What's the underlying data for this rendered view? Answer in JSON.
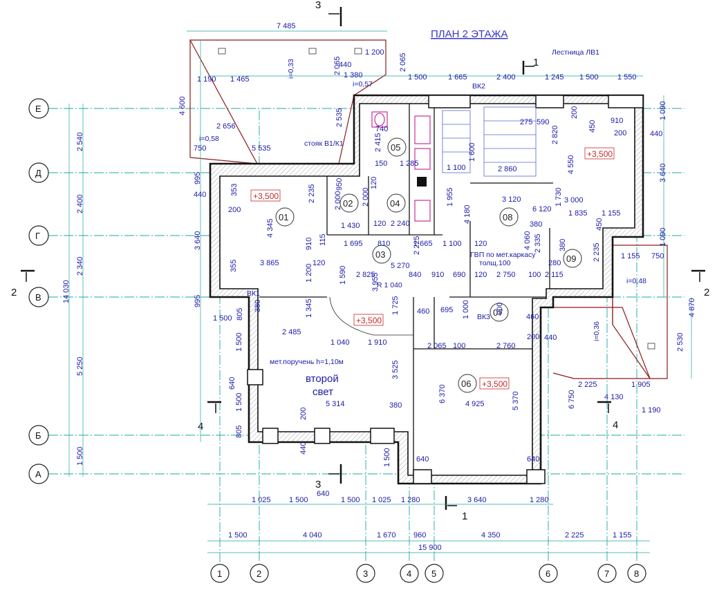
{
  "title": "ПЛАН 2 ЭТАЖА",
  "stair_label": "Лестница ЛВ1",
  "riser_label": "стояк В1/К1",
  "axes_letters": [
    "Е",
    "Д",
    "Г",
    "В",
    "Б",
    "А"
  ],
  "axes_numbers": [
    "1",
    "2",
    "3",
    "4",
    "5",
    "6",
    "7",
    "8"
  ],
  "rooms": [
    "01",
    "02",
    "03",
    "04",
    "05",
    "06",
    "07",
    "08",
    "09"
  ],
  "levels": [
    "+3,500",
    "+3,500",
    "+3,500",
    "+3,500"
  ],
  "sections": {
    "s1": "1",
    "s2": "2",
    "s3": "3",
    "s4": "4"
  },
  "notes": {
    "vk1": "ВК1",
    "vk2": "ВК2",
    "vk3": "ВК3",
    "gvp1": "ГВП по мет.каркасу",
    "gvp2": "толщ.100",
    "radius": "R 1 040",
    "railing": "мет.поручень h=1,10м",
    "second_light_1": "второй",
    "second_light_2": "свет",
    "slope_1": "i=0,33",
    "slope_2": "i=0,58",
    "slope_3": "i=0,57",
    "slope_4": "i=0,48",
    "slope_5": "i=0,36"
  },
  "bottom_dims_row1": [
    "1 025",
    "1 500",
    "640",
    "1 500",
    "1 025",
    "1 280",
    "3 640",
    "1 280"
  ],
  "bottom_dims_row2": [
    "1 500",
    "4 040",
    "1 670",
    "960",
    "4 350",
    "2 225",
    "1 155"
  ],
  "bottom_total": "15 900",
  "left_dims": [
    "2 540",
    "2 400",
    "2 340",
    "5 250",
    "1 500"
  ],
  "left_total": "14 030",
  "left_small": [
    "4 600",
    "995",
    "440",
    "3 640",
    "995",
    "640"
  ],
  "top_dims": [
    "7 485",
    "1 200",
    "440",
    "2 065",
    "1 380",
    "2 065",
    "1 500",
    "1 665",
    "2 400",
    "1 245",
    "1 500",
    "1 550"
  ],
  "right_dims": [
    "1 090",
    "440",
    "3 640",
    "1 090",
    "4 870",
    "2 530",
    "750",
    "1 155"
  ],
  "interior_dims": [
    "1 190",
    "1 465",
    "2 656",
    "750",
    "5 535",
    "2 535",
    "740",
    "2 415",
    "150",
    "1 285",
    "1 100",
    "1 600",
    "2 860",
    "275",
    "590",
    "2 820",
    "4 550",
    "200",
    "450",
    "910",
    "200",
    "353",
    "200",
    "2 235",
    "2 000",
    "950",
    "2 000",
    "120",
    "1 430",
    "120",
    "2 240",
    "4 345",
    "910",
    "1 695",
    "810",
    "1 665",
    "1 100",
    "120",
    "4 180",
    "1 955",
    "3 120",
    "6 120",
    "3 000",
    "1 835",
    "1 155",
    "1 730",
    "380",
    "450",
    "3 865",
    "115",
    "120",
    "5 270",
    "2 225",
    "4 060",
    "2 335",
    "380",
    "280",
    "2 235",
    "355",
    "1 200",
    "2 825",
    "1 590",
    "3 955",
    "840",
    "910",
    "690",
    "120",
    "2 750",
    "100",
    "2 115",
    "1 500",
    "805",
    "380",
    "1 345",
    "1 725",
    "460",
    "695",
    "1 000",
    "900",
    "460",
    "2 485",
    "1 040",
    "1 910",
    "2 065",
    "100",
    "2 760",
    "200",
    "440",
    "1 500",
    "6 370",
    "3 525",
    "5 370",
    "6 750",
    "2 225",
    "1 905",
    "4 130",
    "1 190",
    "5 314",
    "380",
    "4 925",
    "200",
    "1 500",
    "805",
    "440",
    "640",
    "640",
    "1 500"
  ]
}
